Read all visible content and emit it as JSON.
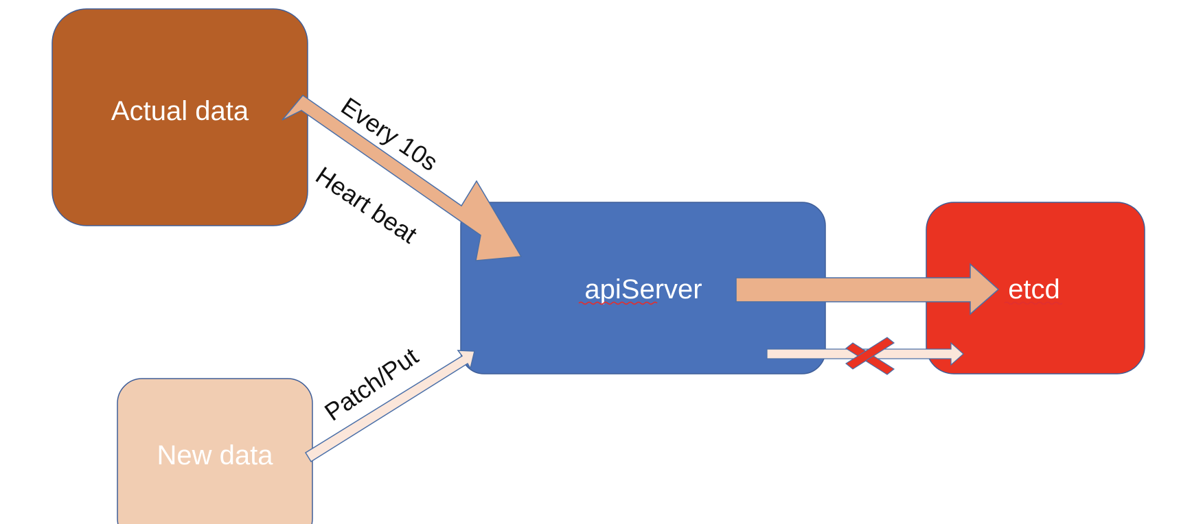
{
  "nodes": {
    "actual_data": {
      "label": "Actual data",
      "color": "#B65F27"
    },
    "new_data": {
      "label": "New data",
      "color": "#F1CDB2"
    },
    "api_server": {
      "label": "apiServer",
      "color": "#4A72BA"
    },
    "etcd": {
      "label": "etcd",
      "color": "#EA3322"
    }
  },
  "edges": {
    "heartbeat": {
      "label_top": "Every 10s",
      "label_bottom": "Heart beat",
      "color": "#EBB18B"
    },
    "patch_put": {
      "label": "Patch/Put",
      "color": "#FBE6DA"
    },
    "persist": {
      "color": "#EBB18B"
    },
    "blocked": {
      "color": "#FBE6DA",
      "blocked_marker_color": "#EA3322"
    }
  },
  "colors": {
    "node_border": "#3F5E98",
    "arrow_border": "#4A6FA8",
    "node_text": "#FFFFFF",
    "edge_text": "#111111"
  }
}
